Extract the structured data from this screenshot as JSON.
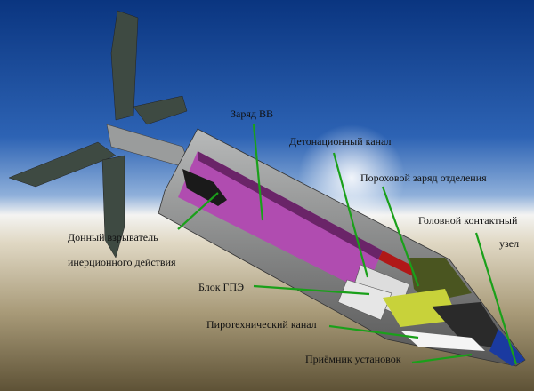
{
  "labels": {
    "explosive_charge": "Заряд ВВ",
    "detonation_channel": "Детонационный канал",
    "powder_separation_charge": "Пороховой заряд отделения",
    "head_contact_line1": "Головной контактный",
    "head_contact_line2": "узел",
    "base_fuze_line1": "Донный взрыватель",
    "base_fuze_line2": "инерционного действия",
    "fragment_block": "Блок ГПЭ",
    "pyrotechnic_channel": "Пиротехнический канал",
    "settings_receiver": "Приёмник установок"
  },
  "colors": {
    "leader": "#1aa01a",
    "explosive": "#b04cb0",
    "casing": "#8a8c8c",
    "powder": "#c8d23a",
    "fins": "#3e4a42"
  }
}
